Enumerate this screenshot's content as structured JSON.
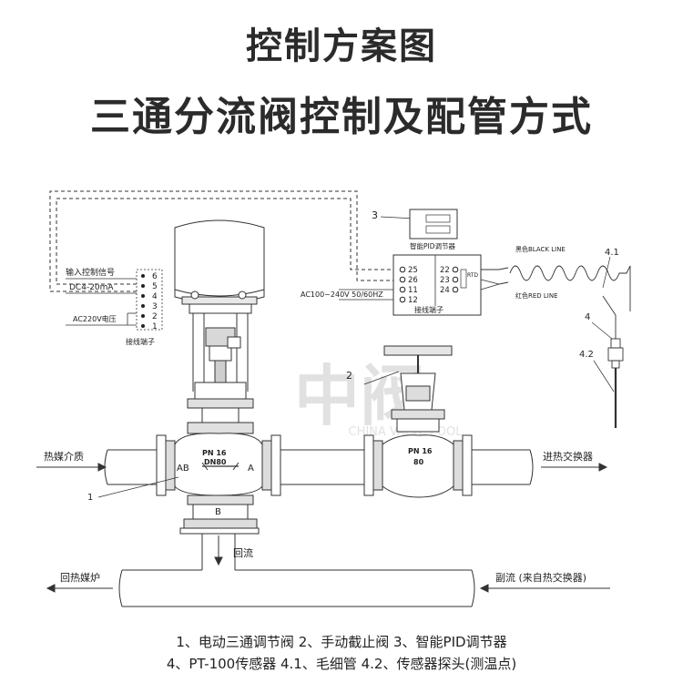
{
  "title_line1": "控制方案图",
  "title_line2": "三通分流阀控制及配管方式",
  "watermark": {
    "cn": "中阀",
    "en": "CHINA VALVE POOL"
  },
  "left_terminal": {
    "input_signal": "输入控制信号",
    "dc_signal": "DC4-20mA",
    "ac_power": "AC220V电压",
    "caption": "接线端子",
    "terminals": [
      "6",
      "5",
      "4",
      "3",
      "2",
      "1"
    ]
  },
  "controller": {
    "callout": "3",
    "name": "智能PID调节器",
    "left_terminals": [
      "25",
      "26",
      "11",
      "12"
    ],
    "right_terminals": [
      "22",
      "23",
      "24"
    ],
    "rtd": "RTD",
    "power": "AC100~240V 50/60HZ",
    "caption": "接线端子"
  },
  "sensor": {
    "black_line": "黑色BLACK LINE",
    "red_line": "红色RED LINE",
    "label_4_1": "4.1",
    "label_4": "4",
    "label_4_2": "4.2"
  },
  "valve1": {
    "pn": "PN 16",
    "dn": "DN80",
    "port_ab": "AB",
    "port_a": "A",
    "port_b": "B",
    "callout": "1"
  },
  "valve2": {
    "pn": "PN 16",
    "dn": "80",
    "callout": "2"
  },
  "flows": {
    "heat_medium": "热媒介质",
    "to_exchanger": "进热交换器",
    "bypass": "回流",
    "return_furnace": "回热媒炉",
    "sub_flow": "副流 (来自热交换器)"
  },
  "legend_line1": "1、电动三通调节阀  2、手动截止阀  3、智能PID调节器",
  "legend_line2": "4、PT-100传感器  4.1、毛细管 4.2、传感器探头(测温点)"
}
